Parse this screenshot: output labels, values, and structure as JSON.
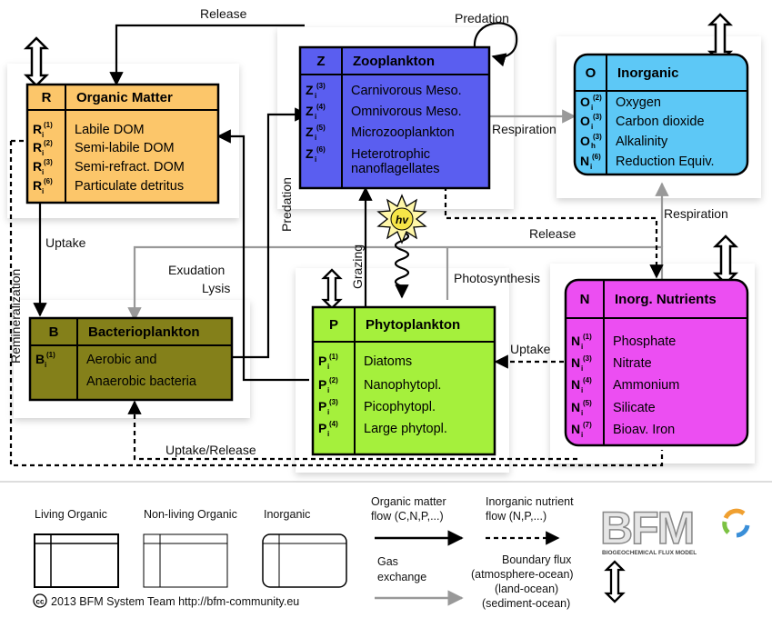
{
  "boxes": {
    "organic": {
      "code": "R",
      "title": "Organic Matter",
      "fill": "#fcc66a",
      "text_color": "#000000",
      "rows": [
        {
          "sym": "R",
          "sup": "(1)",
          "label": "Labile DOM"
        },
        {
          "sym": "R",
          "sup": "(2)",
          "label": "Semi-labile DOM"
        },
        {
          "sym": "R",
          "sup": "(3)",
          "label": "Semi-refract. DOM"
        },
        {
          "sym": "R",
          "sup": "(6)",
          "label": "Particulate detritus"
        }
      ]
    },
    "zoo": {
      "code": "Z",
      "title": "Zooplankton",
      "fill": "#5a5ef0",
      "text_color": "#000000",
      "rows": [
        {
          "sym": "Z",
          "sup": "(3)",
          "label": "Carnivorous Meso."
        },
        {
          "sym": "Z",
          "sup": "(4)",
          "label": "Omnivorous Meso."
        },
        {
          "sym": "Z",
          "sup": "(5)",
          "label": "Microzooplankton"
        },
        {
          "sym": "Z",
          "sup": "(6)",
          "label": "Heterotrophic",
          "label2": "nanoflagellates"
        }
      ]
    },
    "inorganic": {
      "code": "O",
      "title": "Inorganic",
      "fill": "#5dc8f6",
      "text_color": "#000000",
      "rows": [
        {
          "sym": "O",
          "sup": "(2)",
          "label": "Oxygen"
        },
        {
          "sym": "O",
          "sup": "(3)",
          "label": "Carbon dioxide"
        },
        {
          "sym": "O",
          "sup": "(3)",
          "sub": "h",
          "label": "Alkalinity"
        },
        {
          "sym": "N",
          "sup": "(6)",
          "label": "Reduction Equiv."
        }
      ]
    },
    "bacterio": {
      "code": "B",
      "title": "Bacterioplankton",
      "fill": "#84801a",
      "text_color": "#000000",
      "rows": [
        {
          "sym": "B",
          "sup": "(1)",
          "label": "Aerobic and",
          "label2": "Anaerobic bacteria"
        }
      ]
    },
    "phyto": {
      "code": "P",
      "title": "Phytoplankton",
      "fill": "#a5f03c",
      "text_color": "#000000",
      "rows": [
        {
          "sym": "P",
          "sup": "(1)",
          "label": "Diatoms"
        },
        {
          "sym": "P",
          "sup": "(2)",
          "label": "Nanophytopl."
        },
        {
          "sym": "P",
          "sup": "(3)",
          "label": "Picophytopl."
        },
        {
          "sym": "P",
          "sup": "(4)",
          "label": "Large phytopl."
        }
      ]
    },
    "nutrients": {
      "code": "N",
      "title": "Inorg. Nutrients",
      "fill": "#ec4ef2",
      "text_color": "#000000",
      "rows": [
        {
          "sym": "N",
          "sup": "(1)",
          "label": "Phosphate"
        },
        {
          "sym": "N",
          "sup": "(3)",
          "label": "Nitrate"
        },
        {
          "sym": "N",
          "sup": "(4)",
          "label": "Ammonium"
        },
        {
          "sym": "N",
          "sup": "(5)",
          "label": "Silicate"
        },
        {
          "sym": "N",
          "sup": "(7)",
          "label": "Bioav. Iron"
        }
      ]
    }
  },
  "flows": {
    "release_top": "Release",
    "predation_loop": "Predation",
    "respiration_zoo": "Respiration",
    "respiration_inorg": "Respiration",
    "release_mid": "Release",
    "uptake": "Uptake",
    "remineralization": "Remineralization",
    "exudation": "Exudation",
    "lysis": "Lysis",
    "predation_side": "Predation",
    "grazing": "Grazing",
    "photosynthesis": "Photosynthesis",
    "uptake_nutrients": "Uptake",
    "uptake_release": "Uptake/Release",
    "sun": "hv"
  },
  "legend": {
    "living_organic": "Living Organic",
    "nonliving_organic": "Non-living Organic",
    "inorganic": "Inorganic",
    "organic_flow_line1": "Organic matter",
    "organic_flow_line2": "flow (C,N,P,...)",
    "inorganic_flow_line1": "Inorganic nutrient",
    "inorganic_flow_line2": "flow (N,P,...)",
    "gas_line1": "Gas",
    "gas_line2": "exchange",
    "boundary_line1": "Boundary flux",
    "boundary_line2": "(atmosphere-ocean)",
    "boundary_line3": "(land-ocean)",
    "boundary_line4": "(sediment-ocean)",
    "copyright": "2013 BFM System Team http://bfm-community.eu",
    "logo_text": "BFM",
    "logo_subtitle": "BIOGEOCHEMICAL FLUX MODEL"
  },
  "colors": {
    "organic_flow": "#000000",
    "gas_exchange": "#999999",
    "accent_logo_orange": "#f0a030",
    "accent_logo_blue": "#3a8fd8",
    "accent_logo_green": "#7cc243"
  }
}
